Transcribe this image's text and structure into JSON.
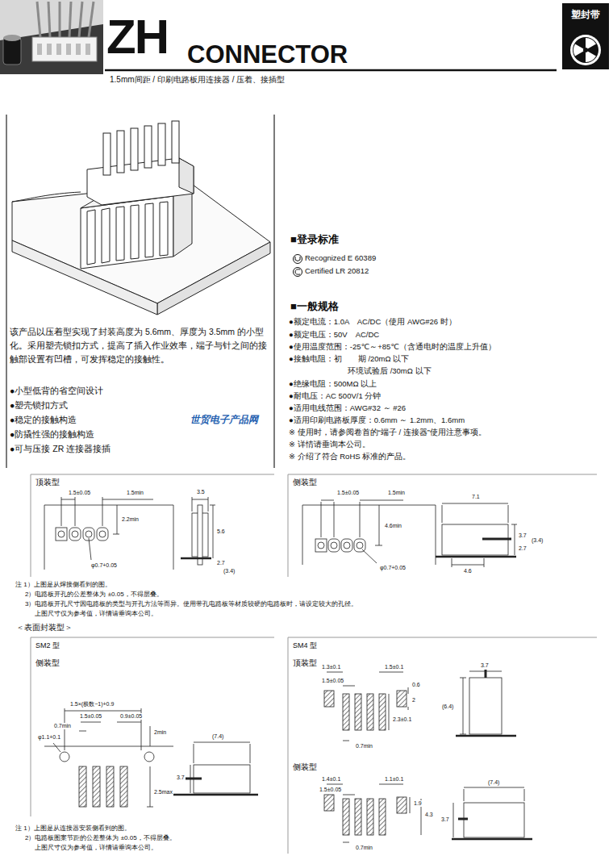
{
  "diagram": {
    "title": "ZH",
    "nodes": [
      {
        "text": [
          "塑封带"
        ]
      }
    ],
    "labels": [
      "CONNECTOR",
      "1.5mm间距 / 印刷电路板用连接器 / 压着、接插型",
      "■登录标准",
      "Recognized E 60389",
      "Certified LR 20812",
      "■一般规格",
      "●额定电流：1.0A　AC/DC（使用 AWG#26 时）",
      "●额定电压：50V　AC/DC",
      "●使用温度范围：-25℃～+85℃（含通电时的温度上升值）",
      "●接触电阻：初　　期 /20mΩ 以下",
      "环境试验后 /30mΩ 以下",
      "●绝缘电阻：500MΩ 以上",
      "●耐电压：AC 500V/1 分钟",
      "●适用电线范围：AWG#32 ～ #26",
      "●适用印刷电路板厚度：0.6mm ～ 1.2mm、1.6mm",
      "※ 使用时，请参阅卷首的“端子 / 连接器”使用注意事项。",
      "※ 详情请垂询本公司。",
      "※ 介绍了符合 RoHS 标准的产品。",
      "世贸电子产品网",
      "该产品以压着型实现了封装高度为 5.6mm、厚度为 3.5mm 的小型化。采用塑壳锁扣方式，提高了插入作业效率，端子与针之间的接触部设置有凹槽，可发挥稳定的接触性。",
      "●小型低背的省空间设计",
      "●塑壳锁扣方式",
      "●稳定的接触构造",
      "●防撬性强的接触构造",
      "●可与压接 ZR 连接器接插",
      "顶装型",
      "1.5±0.05",
      "1.5min",
      "2.2min",
      "φ0.7+0.05",
      "3.5",
      "5.6",
      "2.7",
      "(3.4)",
      "侧装型",
      "1.5±0.05",
      "1.5min",
      "4.6min",
      "φ0.7+0.05",
      "7.1",
      "3.7",
      "2.7",
      "(3.4)",
      "4.6",
      "注 1）上图是从焊接侧看到的图。",
      "2）电路板开孔的公差整体为 ±0.05，不得层叠。",
      "3）电路板开孔尺寸因电路板的类型与开孔方法等而异。使用带孔电路板等材质较硬的电路板时，请设定较大的孔径。",
      "上图尺寸仅为参考值，详情请垂询本公司。",
      "＜表面封装型＞",
      "SM2 型",
      "侧装型",
      "1.5×(极数−1)+0.9",
      "1.5±0.05",
      "0.9±0.05",
      "0.7min",
      "φ1.1+0.1",
      "2min",
      "2.5max",
      "(7.4)",
      "3.7",
      "SM4 型",
      "顶装型",
      "1.3±0.1",
      "1.5±0.1",
      "1.5±0.05",
      "0.6",
      "2",
      "2.3±0.1",
      "0.7min",
      "3.7",
      "(6.4)",
      "侧装型",
      "1.4±0.1",
      "1.1±0.1",
      "1.5±0.05",
      "1.9",
      "4.3",
      "0.7min",
      "(7.4)",
      "3.7",
      "注 1）上图是从连接器安装侧看到的图。",
      "2）电路板图案节距的公差整体为 ±0.05，不得层叠。",
      "上图尺寸仅为参考值，详情请垂询本公司。"
    ]
  }
}
